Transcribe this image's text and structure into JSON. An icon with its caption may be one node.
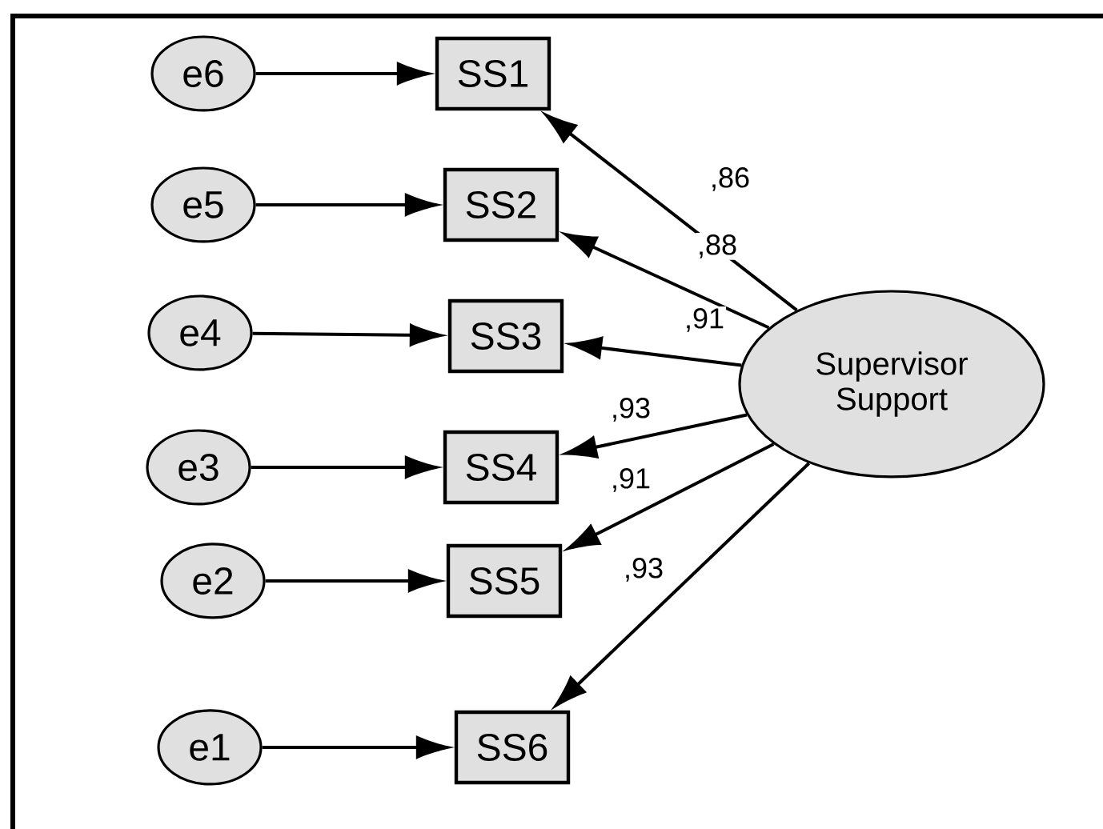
{
  "diagram": {
    "nodes": [
      {
        "text": [
          "e6"
        ]
      },
      {
        "text": [
          "SS1"
        ]
      },
      {
        "text": [
          "e5"
        ]
      },
      {
        "text": [
          "SS2"
        ]
      },
      {
        "text": [
          "e4"
        ]
      },
      {
        "text": [
          "SS3"
        ]
      },
      {
        "text": [
          "e3"
        ]
      },
      {
        "text": [
          "SS4"
        ]
      },
      {
        "text": [
          "e2"
        ]
      },
      {
        "text": [
          "SS5"
        ]
      },
      {
        "text": [
          "e1"
        ]
      },
      {
        "text": [
          "SS6"
        ]
      },
      {
        "text": [
          "Supervisor Support"
        ]
      }
    ],
    "edges": [
      {
        "from": 0,
        "to": 1,
        "arrow": "to"
      },
      {
        "from": 2,
        "to": 3,
        "arrow": "to"
      },
      {
        "from": 4,
        "to": 5,
        "arrow": "to"
      },
      {
        "from": 6,
        "to": 7,
        "arrow": "to"
      },
      {
        "from": 8,
        "to": 9,
        "arrow": "to"
      },
      {
        "from": 10,
        "to": 11,
        "arrow": "to"
      },
      {
        "from": 12,
        "to": 1,
        "arrow": "to",
        "label": ",86"
      },
      {
        "from": 12,
        "to": 3,
        "arrow": "to",
        "label": ",88"
      },
      {
        "from": 12,
        "to": 5,
        "arrow": "to",
        "label": ",91"
      },
      {
        "from": 12,
        "to": 7,
        "arrow": "to",
        "label": ",93"
      },
      {
        "from": 12,
        "to": 9,
        "arrow": "to",
        "label": ",91"
      },
      {
        "from": 12,
        "to": 11,
        "arrow": "to",
        "label": ",93"
      }
    ]
  }
}
